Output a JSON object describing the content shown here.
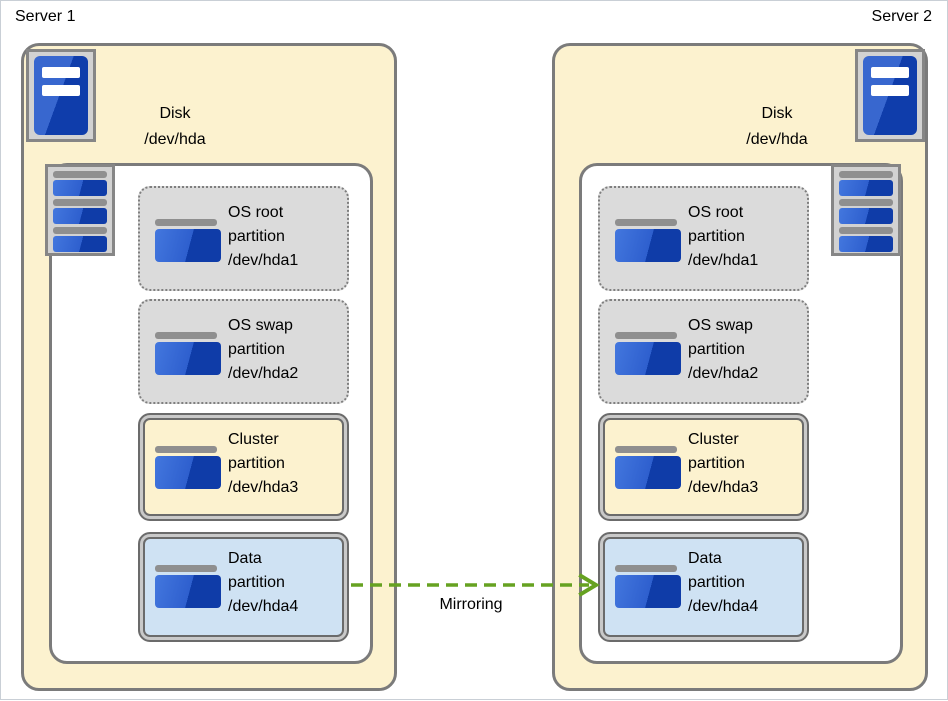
{
  "servers": [
    {
      "label": "Server 1",
      "disk": {
        "line1": "Disk",
        "line2": "/dev/hda"
      },
      "partitions": [
        {
          "id": "os-root-partition",
          "style": "os",
          "lines": [
            "OS root",
            "partition",
            "/dev/hda1"
          ]
        },
        {
          "id": "os-swap-partition",
          "style": "os",
          "lines": [
            "OS swap",
            "partition",
            "/dev/hda2"
          ]
        },
        {
          "id": "cluster-partition",
          "style": "cluster",
          "lines": [
            "Cluster",
            "partition",
            "/dev/hda3"
          ]
        },
        {
          "id": "data-partition",
          "style": "data",
          "lines": [
            "Data",
            "partition",
            "/dev/hda4"
          ]
        }
      ]
    },
    {
      "label": "Server 2",
      "disk": {
        "line1": "Disk",
        "line2": "/dev/hda"
      },
      "partitions": [
        {
          "id": "os-root-partition",
          "style": "os",
          "lines": [
            "OS root",
            "partition",
            "/dev/hda1"
          ]
        },
        {
          "id": "os-swap-partition",
          "style": "os",
          "lines": [
            "OS swap",
            "partition",
            "/dev/hda2"
          ]
        },
        {
          "id": "cluster-partition",
          "style": "cluster",
          "lines": [
            "Cluster",
            "partition",
            "/dev/hda3"
          ]
        },
        {
          "id": "data-partition",
          "style": "data",
          "lines": [
            "Data",
            "partition",
            "/dev/hda4"
          ]
        }
      ]
    }
  ],
  "arrow": {
    "label": "Mirroring",
    "color": "#66A221",
    "style": "dashed"
  },
  "colors": {
    "disk_fill": "#FCF2CF",
    "os_partition_fill": "#DBDBDB",
    "cluster_partition_fill": "#FCF2CF",
    "data_partition_fill": "#CFE2F3",
    "border_gray": "#7B7B7B",
    "tile_gray": "#D2D2D2",
    "icon_blue_light": "#4377DE",
    "icon_blue_dark": "#0F3CA8"
  }
}
